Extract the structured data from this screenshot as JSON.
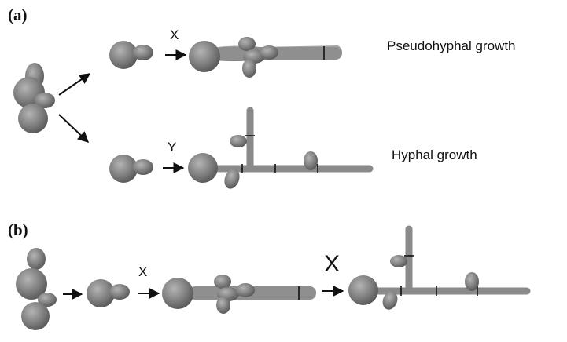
{
  "panels": {
    "a": {
      "label": "(a)",
      "branch_top": {
        "step": "X",
        "result": "Pseudohyphal growth"
      },
      "branch_bottom": {
        "step": "Y",
        "result": "Hyphal growth"
      }
    },
    "b": {
      "label": "(b)",
      "step_1": "X",
      "step_2": "X"
    }
  }
}
